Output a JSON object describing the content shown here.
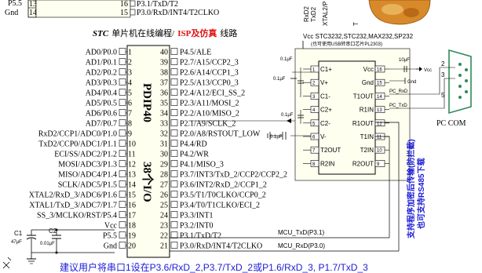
{
  "top_left": {
    "p5": "P5.5",
    "gnd": "Gnd",
    "p5_num": "13",
    "gnd_num": "14",
    "r_p13": "P3.1/TxD/T2",
    "r_p13_num": "16",
    "r_p14": "P3.0/RxD/INT4/T2CLKO",
    "r_p14_num": "15"
  },
  "top_mid": {
    "t1": "RxD2",
    "t2": "TxD2",
    "t3": "XTAL2/P",
    "t4": "T"
  },
  "heading": {
    "stc": "STC",
    "rest": "单片机在线编程/",
    "isp": "ISP及仿真",
    "tail": "线路"
  },
  "chip": {
    "name": "PDIP40",
    "io": "38个I/O",
    "left_pins": [
      {
        "num": "1",
        "label": "AD0/P0.0"
      },
      {
        "num": "2",
        "label": "AD1/P0.1"
      },
      {
        "num": "3",
        "label": "AD2/P0.2"
      },
      {
        "num": "4",
        "label": "AD3/P0.3"
      },
      {
        "num": "5",
        "label": "AD4/P0.4"
      },
      {
        "num": "6",
        "label": "AD5/P0.5"
      },
      {
        "num": "7",
        "label": "AD6/P0.6"
      },
      {
        "num": "8",
        "label": "AD7/P0.7"
      },
      {
        "num": "9",
        "label": "RxD2/CCP1/ADC0/P1.0"
      },
      {
        "num": "10",
        "label": "TxD2/CCP0/ADC1/P1.1"
      },
      {
        "num": "11",
        "label": "ECI/SS/ADC2/P1.2"
      },
      {
        "num": "12",
        "label": "MOSI/ADC3/P1.3"
      },
      {
        "num": "13",
        "label": "MISO/ADC4/P1.4"
      },
      {
        "num": "14",
        "label": "SCLK/ADC5/P1.5"
      },
      {
        "num": "15",
        "label": "XTAL2/RxD_3/ADC6/P1.6"
      },
      {
        "num": "16",
        "label": "XTAL1/TxD_3/ADC7/P1.7"
      },
      {
        "num": "17",
        "label": "SS_3/MCLKO/RST/P5.4"
      },
      {
        "num": "18",
        "label": "Vcc"
      },
      {
        "num": "19",
        "label": "P5.5"
      },
      {
        "num": "20",
        "label": "Gnd"
      }
    ],
    "right_pins": [
      {
        "num": "40",
        "label": "P4.5/ALE"
      },
      {
        "num": "39",
        "label": "P2.7/A15/CCP2_3"
      },
      {
        "num": "38",
        "label": "P2.6/A14/CCP1_3"
      },
      {
        "num": "37",
        "label": "P2.5/A13/CCP0_3"
      },
      {
        "num": "36",
        "label": "P2.4/A12/ECI_SS_2"
      },
      {
        "num": "35",
        "label": "P2.3/A11/MOSI_2"
      },
      {
        "num": "34",
        "label": "P2.2/A10/MISO_2"
      },
      {
        "num": "33",
        "label": "P2.1/A9/SCLK_2"
      },
      {
        "num": "32",
        "label": "P2.0/A8/RSTOUT_LOW"
      },
      {
        "num": "31",
        "label": "P4.4/RD"
      },
      {
        "num": "30",
        "label": "P4.2/WR"
      },
      {
        "num": "29",
        "label": "P4.1/MISO_3"
      },
      {
        "num": "28",
        "label": "P3.7/INT3/TxD_2/CCP2/CCP2_2"
      },
      {
        "num": "27",
        "label": "P3.6/INT2/RxD_2/CCP1_2"
      },
      {
        "num": "26",
        "label": "P3.5/T1/T0CLKO/CCP0_2"
      },
      {
        "num": "25",
        "label": "P3.4/T0/T1CLKO/ECI_2"
      },
      {
        "num": "24",
        "label": "P3.3/INT1"
      },
      {
        "num": "23",
        "label": "P3.2/INT0"
      },
      {
        "num": "22",
        "label": "P3.1/TxD/T2"
      },
      {
        "num": "21",
        "label": "P3.0/RxD/INT4/T2CLKO"
      }
    ]
  },
  "caps": {
    "c1": "C1",
    "c1v": "47μF",
    "c2": "C2",
    "c2v": "0.01μF"
  },
  "max232": {
    "title": "Vcc  STC3232,STC232,MAX232,SP232",
    "note": "(也可使用USB转串口芯片PL2303)",
    "left": [
      {
        "num": "1",
        "label": "C1+"
      },
      {
        "num": "2",
        "label": "V+"
      },
      {
        "num": "3",
        "label": "C1-"
      },
      {
        "num": "4",
        "label": "C2+"
      },
      {
        "num": "5",
        "label": "C2-"
      },
      {
        "num": "6",
        "label": "V-"
      },
      {
        "num": "7",
        "label": "T2OUT"
      },
      {
        "num": "8",
        "label": "R2IN"
      }
    ],
    "right": [
      {
        "num": "16",
        "label": "Vcc"
      },
      {
        "num": "15",
        "label": "Gnd"
      },
      {
        "num": "14",
        "label": "T1OUT"
      },
      {
        "num": "13",
        "label": "R1IN"
      },
      {
        "num": "12",
        "label": "R1OUT"
      },
      {
        "num": "11",
        "label": "T1IN"
      },
      {
        "num": "10",
        "label": "T2IN"
      },
      {
        "num": "9",
        "label": "R2OUT"
      }
    ],
    "cap_labels": [
      "0.1μF",
      "0.1μF",
      "0.1μF",
      "0.1μF"
    ],
    "cap_right": "10μF",
    "vcc": "Vcc",
    "gnd": "Gnd",
    "pc_rxd": "PC_RxD",
    "pc_txd": "PC_TxD"
  },
  "pc": {
    "label": "PC COM",
    "pins": [
      "2",
      "3",
      "5"
    ]
  },
  "nets": {
    "txd": "MCU_TxD(P3.1)",
    "rxd": "MCU_RxD(P3.0)"
  },
  "side_note": {
    "line1": "支持程序加密后传输(防拦截)",
    "line2": "也可支持RS485下载"
  },
  "bottom_note": "建议用户将串口1设在P3.6/RxD_2,P3.7/TxD_2或P1.6/RxD_3, P1.7/TxD_3",
  "colors": {
    "blue": "#1a1ad6",
    "red": "#e01010",
    "chip_fill": "#fffff0",
    "max_fill": "#fffff0",
    "db9": "#2e8b57"
  }
}
